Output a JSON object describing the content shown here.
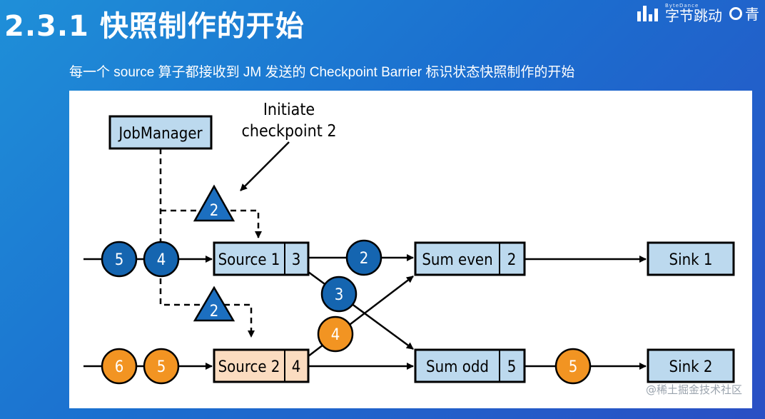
{
  "slide": {
    "title": "2.3.1 快照制作的开始",
    "subtitle": "每一个 source 算子都接收到 JM 发送的 Checkpoint Barrier 标识状态快照制作的开始",
    "brand_sub": "ByteDance",
    "brand_name": "字节跳动",
    "brand_second": "青"
  },
  "diagram": {
    "jobmanager_label": "JobManager",
    "annotation_line1": "Initiate",
    "annotation_line2": "checkpoint 2",
    "barrier_1": "2",
    "barrier_2": "2",
    "source1": {
      "label": "Source 1",
      "state": "3"
    },
    "source2": {
      "label": "Source 2",
      "state": "4"
    },
    "sum_even": {
      "label": "Sum even",
      "state": "2"
    },
    "sum_odd": {
      "label": "Sum odd",
      "state": "5"
    },
    "sink1": {
      "label": "Sink 1"
    },
    "sink2": {
      "label": "Sink 2"
    },
    "record_in1_a": "5",
    "record_in1_b": "4",
    "record_in2_a": "6",
    "record_in2_b": "5",
    "record_s1_even": "2",
    "record_s1_odd": "3",
    "record_s2_even": "4",
    "record_odd_sink": "5",
    "colors": {
      "blue_record": "#1565b0",
      "orange_record": "#f29422",
      "node_fill": "#bcd9ee",
      "source2_fill": "#fbdcc0",
      "barrier_fill": "#1c6fc0"
    }
  },
  "watermark": "@稀土掘金技术社区"
}
